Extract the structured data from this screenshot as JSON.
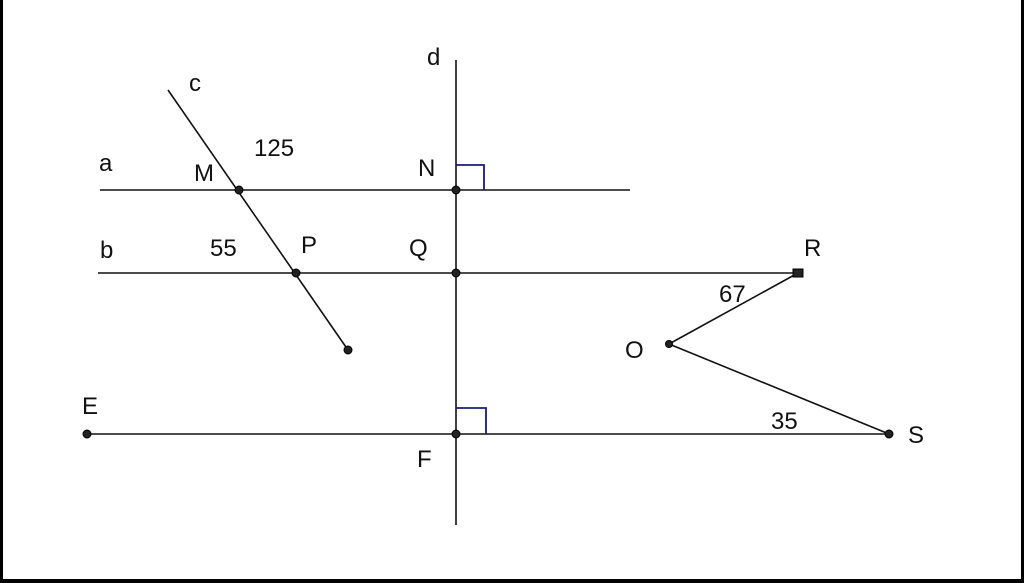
{
  "labels": {
    "line_a": "a",
    "line_b": "b",
    "line_c": "c",
    "line_d": "d",
    "point_M": "M",
    "point_N": "N",
    "point_P": "P",
    "point_Q": "Q",
    "point_R": "R",
    "point_O": "O",
    "point_E": "E",
    "point_F": "F",
    "point_S": "S"
  },
  "angles": {
    "angle_at_M": "125",
    "angle_at_P": "55",
    "angle_at_R": "67",
    "angle_at_S": "35"
  },
  "right_angles": [
    "N",
    "F"
  ],
  "colors": {
    "line": "#111111",
    "right_angle_mark": "#1a1a7a",
    "border": "#000000"
  }
}
